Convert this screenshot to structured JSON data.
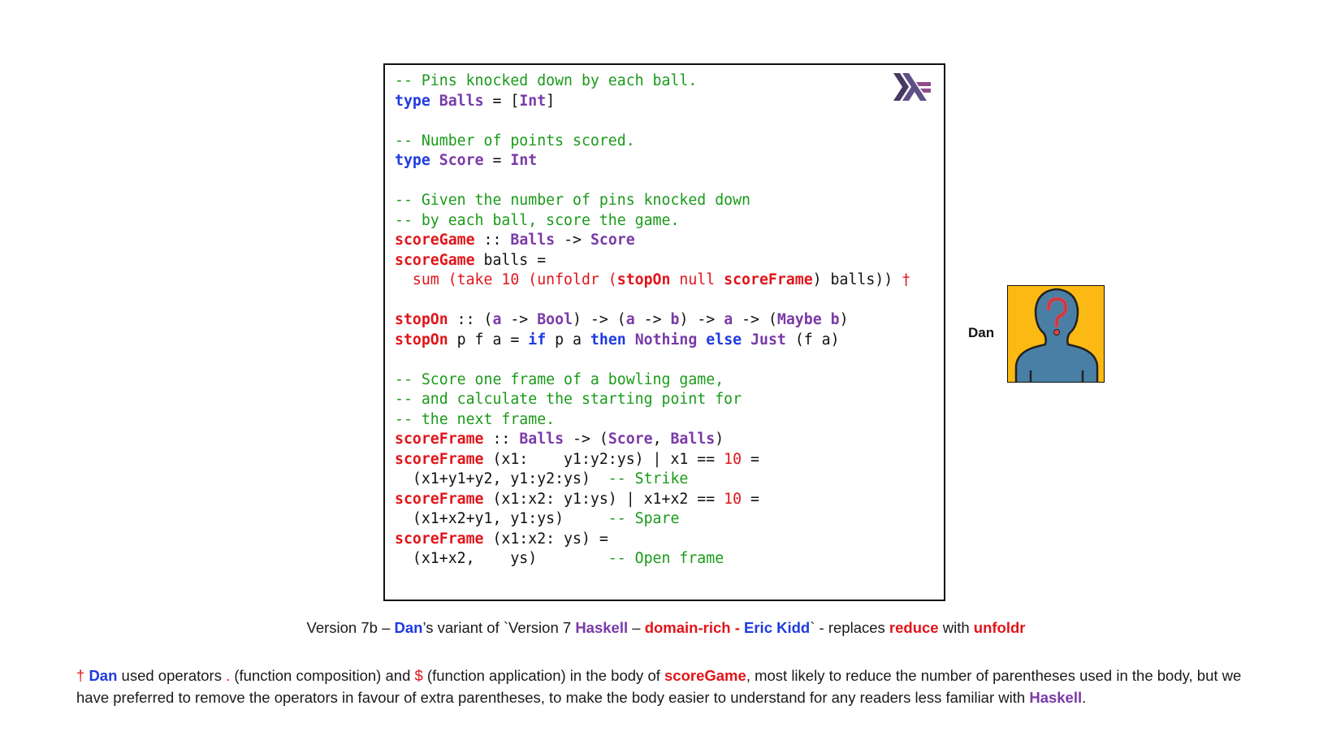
{
  "code": {
    "lines": [
      [
        {
          "t": "-- Pins knocked down by each ball.",
          "c": "cm"
        }
      ],
      [
        {
          "t": "type",
          "c": "kw"
        },
        {
          "t": " ",
          "c": "pl"
        },
        {
          "t": "Balls",
          "c": "ty"
        },
        {
          "t": " = [",
          "c": "pl"
        },
        {
          "t": "Int",
          "c": "ty"
        },
        {
          "t": "]",
          "c": "pl"
        }
      ],
      [],
      [
        {
          "t": "-- Number of points scored.",
          "c": "cm"
        }
      ],
      [
        {
          "t": "type",
          "c": "kw"
        },
        {
          "t": " ",
          "c": "pl"
        },
        {
          "t": "Score",
          "c": "ty"
        },
        {
          "t": " = ",
          "c": "pl"
        },
        {
          "t": "Int",
          "c": "ty"
        }
      ],
      [],
      [
        {
          "t": "-- Given the number of pins knocked down",
          "c": "cm"
        }
      ],
      [
        {
          "t": "-- by each ball, score the game.",
          "c": "cm"
        }
      ],
      [
        {
          "t": "scoreGame",
          "c": "fn"
        },
        {
          "t": " :: ",
          "c": "pl"
        },
        {
          "t": "Balls",
          "c": "ty"
        },
        {
          "t": " -> ",
          "c": "pl"
        },
        {
          "t": "Score",
          "c": "ty"
        }
      ],
      [
        {
          "t": "scoreGame",
          "c": "fn"
        },
        {
          "t": " balls =",
          "c": "pl"
        }
      ],
      [
        {
          "t": "  sum (take 10 (unfoldr (",
          "c": "red"
        },
        {
          "t": "stopOn",
          "c": "fn"
        },
        {
          "t": " null ",
          "c": "red"
        },
        {
          "t": "scoreFrame",
          "c": "fn"
        },
        {
          "t": ") balls)) ",
          "c": "pl"
        },
        {
          "t": "†",
          "c": "red"
        }
      ],
      [],
      [
        {
          "t": "stopOn",
          "c": "fn"
        },
        {
          "t": " :: (",
          "c": "pl"
        },
        {
          "t": "a",
          "c": "ty"
        },
        {
          "t": " -> ",
          "c": "pl"
        },
        {
          "t": "Bool",
          "c": "ty"
        },
        {
          "t": ") -> (",
          "c": "pl"
        },
        {
          "t": "a",
          "c": "ty"
        },
        {
          "t": " -> ",
          "c": "pl"
        },
        {
          "t": "b",
          "c": "ty"
        },
        {
          "t": ") -> ",
          "c": "pl"
        },
        {
          "t": "a",
          "c": "ty"
        },
        {
          "t": " -> (",
          "c": "pl"
        },
        {
          "t": "Maybe",
          "c": "ty"
        },
        {
          "t": " ",
          "c": "pl"
        },
        {
          "t": "b",
          "c": "ty"
        },
        {
          "t": ")",
          "c": "pl"
        }
      ],
      [
        {
          "t": "stopOn",
          "c": "fn"
        },
        {
          "t": " p f a = ",
          "c": "pl"
        },
        {
          "t": "if",
          "c": "kw"
        },
        {
          "t": " p a ",
          "c": "pl"
        },
        {
          "t": "then",
          "c": "kw"
        },
        {
          "t": " ",
          "c": "pl"
        },
        {
          "t": "Nothing",
          "c": "ty"
        },
        {
          "t": " ",
          "c": "pl"
        },
        {
          "t": "else",
          "c": "kw"
        },
        {
          "t": " ",
          "c": "pl"
        },
        {
          "t": "Just",
          "c": "ty"
        },
        {
          "t": " (f a)",
          "c": "pl"
        }
      ],
      [],
      [
        {
          "t": "-- Score one frame of a bowling game,",
          "c": "cm"
        }
      ],
      [
        {
          "t": "-- and calculate the starting point for",
          "c": "cm"
        }
      ],
      [
        {
          "t": "-- the next frame.",
          "c": "cm"
        }
      ],
      [
        {
          "t": "scoreFrame",
          "c": "fn"
        },
        {
          "t": " :: ",
          "c": "pl"
        },
        {
          "t": "Balls",
          "c": "ty"
        },
        {
          "t": " -> (",
          "c": "pl"
        },
        {
          "t": "Score",
          "c": "ty"
        },
        {
          "t": ", ",
          "c": "pl"
        },
        {
          "t": "Balls",
          "c": "ty"
        },
        {
          "t": ")",
          "c": "pl"
        }
      ],
      [
        {
          "t": "scoreFrame",
          "c": "fn"
        },
        {
          "t": " (x1:    y1:y2:ys) | x1 == ",
          "c": "pl"
        },
        {
          "t": "10",
          "c": "red"
        },
        {
          "t": " =",
          "c": "pl"
        }
      ],
      [
        {
          "t": "  (x1+y1+y2, y1:y2:ys)  ",
          "c": "pl"
        },
        {
          "t": "-- Strike",
          "c": "cm"
        }
      ],
      [
        {
          "t": "scoreFrame",
          "c": "fn"
        },
        {
          "t": " (x1:x2: y1:ys) | x1+x2 == ",
          "c": "pl"
        },
        {
          "t": "10",
          "c": "red"
        },
        {
          "t": " =",
          "c": "pl"
        }
      ],
      [
        {
          "t": "  (x1+x2+y1, y1:ys)     ",
          "c": "pl"
        },
        {
          "t": "-- Spare",
          "c": "cm"
        }
      ],
      [
        {
          "t": "scoreFrame",
          "c": "fn"
        },
        {
          "t": " (x1:x2: ys) =",
          "c": "pl"
        }
      ],
      [
        {
          "t": "  (x1+x2,    ys)        ",
          "c": "pl"
        },
        {
          "t": "-- Open frame",
          "c": "cm"
        }
      ]
    ]
  },
  "avatar": {
    "label": "Dan",
    "icon": "person-question-icon",
    "background": "#fdb913",
    "figure_color": "#4a7fa5",
    "mark_color": "#e5404a"
  },
  "logo": {
    "icon": "haskell-logo-icon",
    "colors": [
      "#453a62",
      "#5e5086",
      "#8f4e8b"
    ]
  },
  "caption": [
    {
      "t": "Version 7b – ",
      "c": "n"
    },
    {
      "t": "Dan",
      "c": "blue"
    },
    {
      "t": "’s variant of `Version 7 ",
      "c": "n"
    },
    {
      "t": "Haskell",
      "c": "purple"
    },
    {
      "t": " – ",
      "c": "n"
    },
    {
      "t": "domain-rich",
      "c": "red"
    },
    {
      "t": " - ",
      "c": "red"
    },
    {
      "t": "Eric Kidd",
      "c": "blue"
    },
    {
      "t": "` - ",
      "c": "n"
    },
    {
      "t": "replaces ",
      "c": "n"
    },
    {
      "t": "reduce",
      "c": "red"
    },
    {
      "t": " with ",
      "c": "n"
    },
    {
      "t": "unfoldr",
      "c": "red"
    }
  ],
  "footnote": [
    {
      "t": "† ",
      "c": "redn"
    },
    {
      "t": "Dan",
      "c": "blue"
    },
    {
      "t": " used operators ",
      "c": "n"
    },
    {
      "t": ".",
      "c": "redn"
    },
    {
      "t": " (function composition) and ",
      "c": "n"
    },
    {
      "t": "$",
      "c": "redn"
    },
    {
      "t": " (function application) in the body of ",
      "c": "n"
    },
    {
      "t": "scoreGame",
      "c": "red"
    },
    {
      "t": ", most likely to reduce the number of  parentheses used in the body, but we have preferred to remove the operators in favour of extra parentheses, to make the body easier to understand for any readers less familiar with ",
      "c": "n"
    },
    {
      "t": "Haskell",
      "c": "purple"
    },
    {
      "t": ".",
      "c": "n"
    }
  ]
}
